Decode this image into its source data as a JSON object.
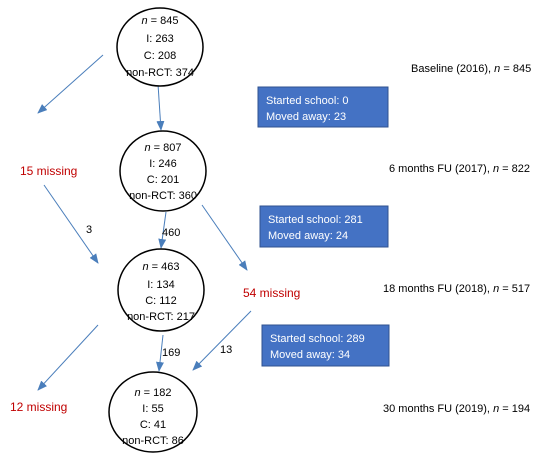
{
  "nodes": [
    {
      "id": "baseline",
      "n_label": "n",
      "n_value": " = 845",
      "lines": [
        "I: 263",
        "C: 208",
        "non-RCT: 374"
      ]
    },
    {
      "id": "fu6",
      "n_label": "n",
      "n_value": " = 807",
      "lines": [
        "I: 246",
        "C: 201",
        "non-RCT: 360"
      ]
    },
    {
      "id": "fu18",
      "n_label": "n",
      "n_value": " = 463",
      "lines": [
        "I: 134",
        "C: 112",
        "non-RCT: 217"
      ]
    },
    {
      "id": "fu30",
      "n_label": "n",
      "n_value": " = 182",
      "lines": [
        "I: 55",
        "C: 41",
        "non-RCT: 86"
      ]
    }
  ],
  "timepoints": [
    {
      "prefix": "Baseline (2016), ",
      "n_label": "n",
      "n_value": " = 845"
    },
    {
      "prefix": "6 months FU (2017), ",
      "n_label": "n",
      "n_value": " = 822"
    },
    {
      "prefix": "18 months FU (2018), ",
      "n_label": "n",
      "n_value": " = 517"
    },
    {
      "prefix": "30 months FU (2019), ",
      "n_label": "n",
      "n_value": " = 194"
    }
  ],
  "boxes": [
    {
      "line1": "Started school: 0",
      "line2": "Moved away: 23"
    },
    {
      "line1": "Started school: 281",
      "line2": "Moved away: 24"
    },
    {
      "line1": "Started school: 289",
      "line2": "Moved away: 34"
    }
  ],
  "missing": [
    {
      "text": "15 missing"
    },
    {
      "text": "54 missing"
    },
    {
      "text": "12 missing"
    }
  ],
  "arrow_labels": [
    "3",
    "460",
    "169",
    "13"
  ],
  "colors": {
    "arrow": "#4a7ebb",
    "box_fill": "#4472c4",
    "box_stroke": "#2f528f",
    "missing_text": "#c00000",
    "text": "#000000",
    "box_text": "#ffffff"
  }
}
